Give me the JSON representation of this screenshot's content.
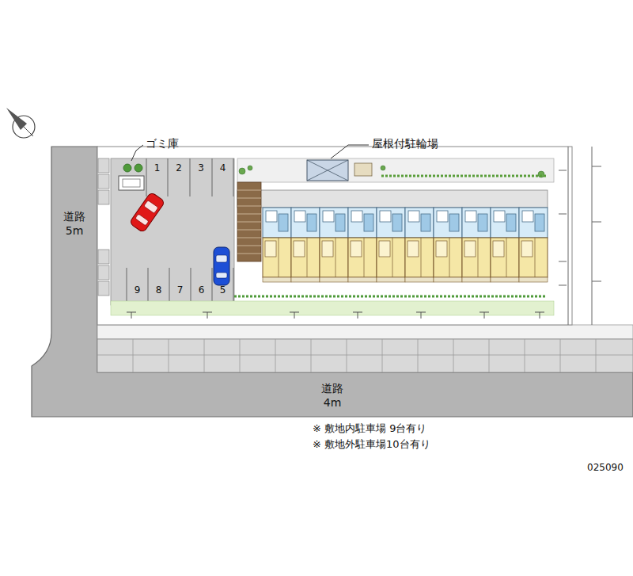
{
  "diagram": {
    "nodes": [
      {
        "text": [
          "道路 5m"
        ]
      },
      {
        "text": [
          "1"
        ]
      },
      {
        "text": [
          "2"
        ]
      },
      {
        "text": [
          "3"
        ]
      },
      {
        "text": [
          "4"
        ]
      },
      {
        "text": [
          "9"
        ]
      },
      {
        "text": [
          "8"
        ]
      },
      {
        "text": [
          "7"
        ]
      },
      {
        "text": [
          "6"
        ]
      },
      {
        "text": [
          "5"
        ]
      },
      {
        "text": [
          "道路 4m"
        ]
      }
    ],
    "labels": [
      "ゴミ庫",
      "屋根付駐輪場",
      "※ 敷地内駐車場 9台有り",
      "※ 敷地外駐車場10台有り",
      "025090"
    ]
  }
}
